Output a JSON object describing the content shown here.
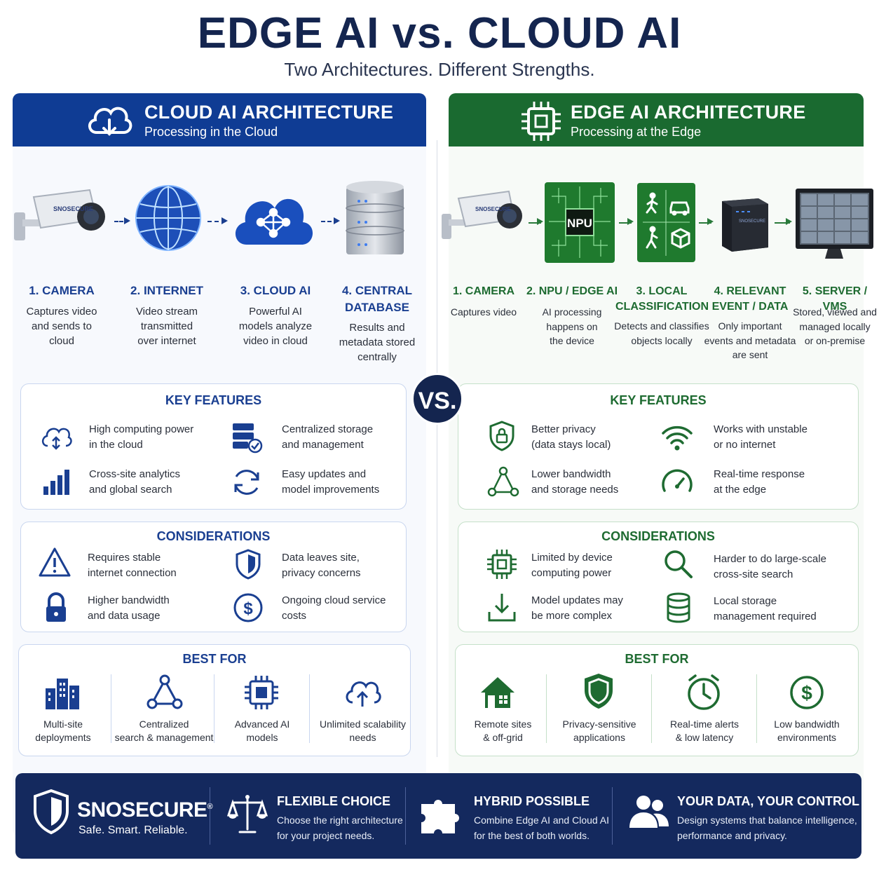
{
  "header": {
    "title": "EDGE AI vs. CLOUD AI",
    "subtitle": "Two Architectures. Different Strengths."
  },
  "vs_label": "VS.",
  "cloud": {
    "title": "CLOUD AI ARCHITECTURE",
    "subtitle": "Processing in the Cloud",
    "camera_brand": "SNOSECURE",
    "steps": [
      {
        "title": "1. CAMERA",
        "desc": [
          "Captures video",
          "and sends to",
          "cloud"
        ]
      },
      {
        "title": "2. INTERNET",
        "desc": [
          "Video stream",
          "transmitted",
          "over internet"
        ]
      },
      {
        "title": "3. CLOUD AI",
        "desc": [
          "Powerful AI",
          "models analyze",
          "video in cloud"
        ]
      },
      {
        "title": [
          "4. CENTRAL",
          "DATABASE"
        ],
        "desc": [
          "Results and",
          "metadata stored",
          "centrally"
        ]
      }
    ],
    "features": {
      "title": "KEY FEATURES",
      "items": [
        [
          "High computing power",
          "in the cloud"
        ],
        [
          "Centralized storage",
          "and management"
        ],
        [
          "Cross-site analytics",
          "and global search"
        ],
        [
          "Easy updates and",
          "model improvements"
        ]
      ],
      "icons": [
        "cloud-sync-icon",
        "server-check-icon",
        "bar-chart-icon",
        "refresh-icon"
      ]
    },
    "considerations": {
      "title": "CONSIDERATIONS",
      "items": [
        [
          "Requires stable",
          "internet connection"
        ],
        [
          "Data leaves site,",
          "privacy concerns"
        ],
        [
          "Higher bandwidth",
          "and data usage"
        ],
        [
          "Ongoing cloud service",
          "costs"
        ]
      ],
      "icons": [
        "warning-icon",
        "shield-icon",
        "lock-icon",
        "dollar-icon"
      ]
    },
    "best_for": {
      "title": "BEST FOR",
      "items": [
        [
          "Multi-site",
          "deployments"
        ],
        [
          "Centralized",
          "search & management"
        ],
        [
          "Advanced AI",
          "models"
        ],
        [
          "Unlimited scalability",
          "needs"
        ]
      ],
      "icons": [
        "buildings-icon",
        "network-icon",
        "ai-chip-icon",
        "cloud-upload-icon"
      ]
    }
  },
  "edge": {
    "title": "EDGE AI ARCHITECTURE",
    "subtitle": "Processing at the Edge",
    "npu_label": "NPU",
    "camera_brand": "SNOSECURE",
    "device_brand": "SNOSECURE",
    "steps": [
      {
        "title": "1. CAMERA",
        "desc": [
          "Captures video"
        ]
      },
      {
        "title": "2. NPU / EDGE AI",
        "desc": [
          "AI processing",
          "happens on",
          "the device"
        ]
      },
      {
        "title": [
          "3. LOCAL",
          "CLASSIFICATION"
        ],
        "desc": [
          "Detects and classifies",
          "objects locally"
        ]
      },
      {
        "title": [
          "4. RELEVANT",
          "EVENT / DATA"
        ],
        "desc": [
          "Only important",
          "events and metadata",
          "are sent"
        ]
      },
      {
        "title": "5. SERVER / VMS",
        "desc": [
          "Stored, viewed and",
          "managed locally",
          "or on-premise"
        ]
      }
    ],
    "features": {
      "title": "KEY FEATURES",
      "items": [
        [
          "Better privacy",
          "(data stays local)"
        ],
        [
          "Works with unstable",
          "or no internet"
        ],
        [
          "Lower bandwidth",
          "and storage needs"
        ],
        [
          "Real-time response",
          "at the edge"
        ]
      ],
      "icons": [
        "privacy-shield-icon",
        "wifi-icon",
        "network-icon",
        "speedometer-icon"
      ]
    },
    "considerations": {
      "title": "CONSIDERATIONS",
      "items": [
        [
          "Limited by device",
          "computing power"
        ],
        [
          "Harder to do large-scale",
          "cross-site search"
        ],
        [
          "Model updates may",
          "be more complex"
        ],
        [
          "Local storage",
          "management required"
        ]
      ],
      "icons": [
        "chip-icon",
        "search-icon",
        "download-icon",
        "database-icon"
      ]
    },
    "best_for": {
      "title": "BEST FOR",
      "items": [
        [
          "Remote sites",
          "& off-grid"
        ],
        [
          "Privacy-sensitive",
          "applications"
        ],
        [
          "Real-time alerts",
          "& low latency"
        ],
        [
          "Low bandwidth",
          "environments"
        ]
      ],
      "icons": [
        "house-icon",
        "shield-check-icon",
        "clock-alert-icon",
        "dollar-circle-icon"
      ]
    }
  },
  "footer": {
    "brand": "SNOSECURE",
    "registered": "®",
    "tagline": "Safe. Smart. Reliable.",
    "items": [
      {
        "title": "FLEXIBLE CHOICE",
        "text": [
          "Choose the right architecture",
          "for your project needs."
        ]
      },
      {
        "title": "HYBRID POSSIBLE",
        "text": [
          "Combine Edge AI and Cloud AI",
          "for the best of both worlds."
        ]
      },
      {
        "title": "YOUR DATA, YOUR CONTROL",
        "text": [
          "Design systems that balance intelligence,",
          "performance and privacy."
        ]
      }
    ]
  },
  "colors": {
    "navy": "#14254f",
    "cloud_blue": "#0f3c94",
    "edge_green": "#1a6a30",
    "footer": "#14295e"
  }
}
